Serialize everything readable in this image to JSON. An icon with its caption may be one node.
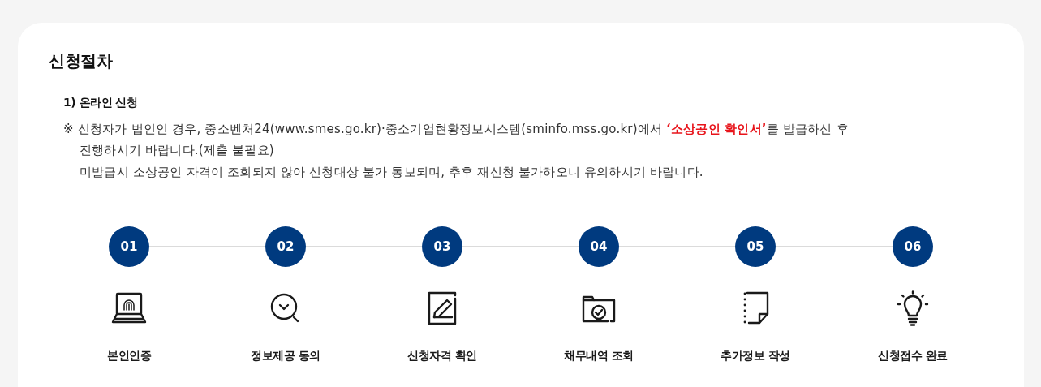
{
  "diagram": {
    "title": "신청절차",
    "nodes": [
      {
        "text": [
          "01"
        ]
      },
      {
        "text": [
          "02"
        ]
      },
      {
        "text": [
          "03"
        ]
      },
      {
        "text": [
          "04"
        ]
      },
      {
        "text": [
          "05"
        ]
      },
      {
        "text": [
          "06"
        ]
      }
    ],
    "edges": [
      {
        "from": 0,
        "to": 1,
        "arrow": "none"
      },
      {
        "from": 1,
        "to": 2,
        "arrow": "none"
      },
      {
        "from": 2,
        "to": 3,
        "arrow": "none"
      },
      {
        "from": 3,
        "to": 4,
        "arrow": "none"
      },
      {
        "from": 4,
        "to": 5,
        "arrow": "none"
      }
    ],
    "labels": [
      "1) 온라인 신청",
      "※ 신청자가 법인인 경우, 중소벤처24(www.smes.go.kr)·중소기업현황정보시스템(sminfo.mss.go.kr)에서 **‘소상공인 확인서’**를 발급하신 후 진행하시기 바랍니다.(제출 불필요)",
      "미발급시 소상공인 자격이 조회되지 않아 신청대상 불가 통보되며, 추후 재신청 불가하오니 유의하시기 바랍니다.",
      "본인인증",
      "정보제공 동의",
      "신청자격 확인",
      "채무내역 조회",
      "추가정보 작성",
      "신청접수 완료"
    ]
  }
}
